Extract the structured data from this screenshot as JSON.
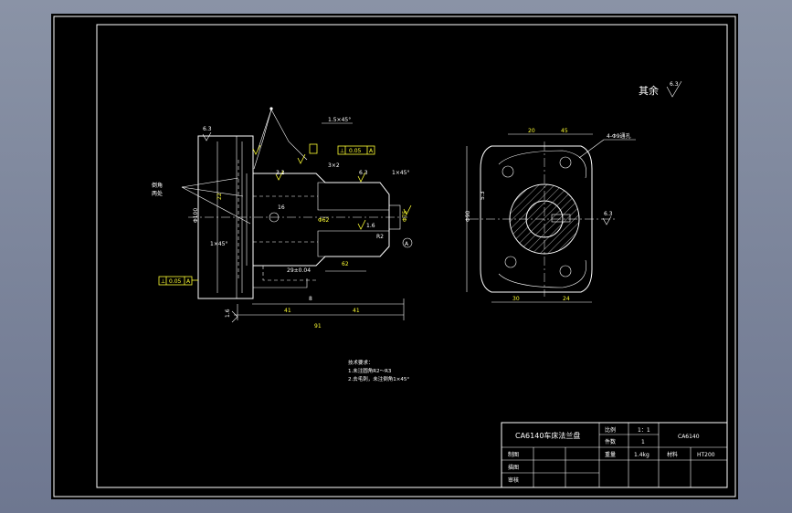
{
  "general_roughness": {
    "label": "其余",
    "value": "6.3"
  },
  "front_view": {
    "roughness": [
      "6.3",
      "3.2",
      "6.3"
    ],
    "tolerance_frame_1": {
      "symbol": "⊥",
      "value": "0.05",
      "datum": "A"
    },
    "tolerance_frame_2": {
      "symbol": "⊥",
      "value": "0.05",
      "datum": "A"
    },
    "chamfers": [
      "1.5×45°",
      "1×45°",
      "1×45°"
    ],
    "groove_label": "3×2",
    "undercut_label": "R2",
    "callout_label": "倒角\n两处",
    "dims": {
      "left_diam": "Φ100",
      "inner_22": "22",
      "bore_diam": "Φ62",
      "right_diam": "Φ75",
      "small_16": "16",
      "bottom_8": "8",
      "bottom_41a": "41",
      "bottom_41b": "41",
      "total": "91",
      "bottom_small": "29±0.04",
      "depth_62": "62",
      "surface_16": "1.6"
    },
    "datum_marker": "A",
    "bottom_roughness_left": "1.6"
  },
  "side_view": {
    "dims": {
      "top_left": "20",
      "top_right": "45",
      "bottom_left": "30",
      "bottom_right": "24",
      "height": "Φ90",
      "side_5_3": "5.3"
    },
    "hole_callout": "4-Φ9通孔",
    "roughness": "6.3"
  },
  "notes": {
    "title": "技术要求：",
    "line1": "1.未注圆角R2～R3",
    "line2": "2.去毛刺，未注倒角1×45°"
  },
  "title_block": {
    "part_name": "CA6140车床法兰盘",
    "scale_label": "比例",
    "scale_value": "1：1",
    "qty_label": "件数",
    "qty_value": "1",
    "weight_label": "重量",
    "weight_value": "1.4kg",
    "material_label": "材料",
    "material_value": "HT200",
    "drawing_no": "CA6140",
    "designer_label": "制图",
    "drawer_label": "描图",
    "checker_label": "审核"
  }
}
